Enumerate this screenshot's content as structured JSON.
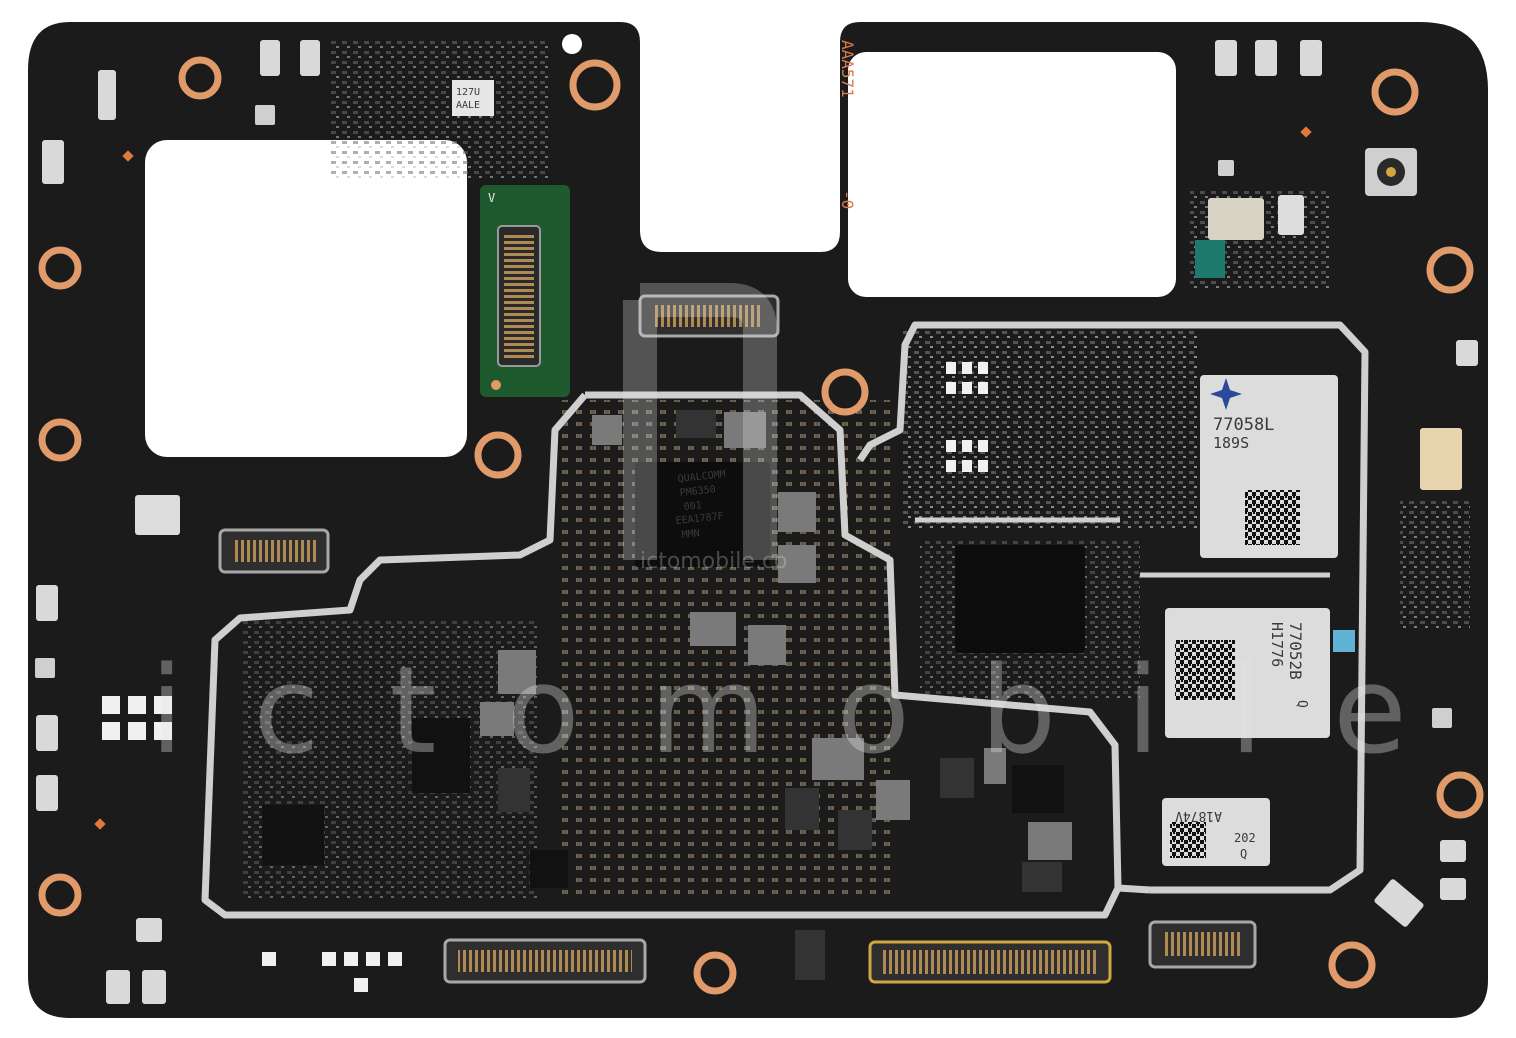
{
  "colors": {
    "board": "#1b1b1b",
    "pad_copper": "#e19a6a",
    "shield": "#c7c7c7",
    "flex_green": "#1f5a2e",
    "chip_dark": "#0d0d0d",
    "rf_module": "#dcdcdc"
  },
  "silkscreen": {
    "board_code": "AAA571",
    "board_rev": "-0",
    "flex_mark": "V",
    "sensor_top": "127U",
    "sensor_bottom": "AALE"
  },
  "chips": {
    "pmic": {
      "line1": "QUALCOMM",
      "line2": "PM6350",
      "line3": "001",
      "line4": "EEA1787F",
      "line5": "MMN"
    },
    "rf1": {
      "line1": "77058L",
      "line2": "189S"
    },
    "rf2": {
      "line1": "77052B",
      "line2": "H1776",
      "line3": "Q"
    },
    "rf3": {
      "line1": "A1874V",
      "line2": "202",
      "line3": "Q"
    }
  },
  "watermark": {
    "large": "ictomobile",
    "small": "ictomobile.co"
  }
}
